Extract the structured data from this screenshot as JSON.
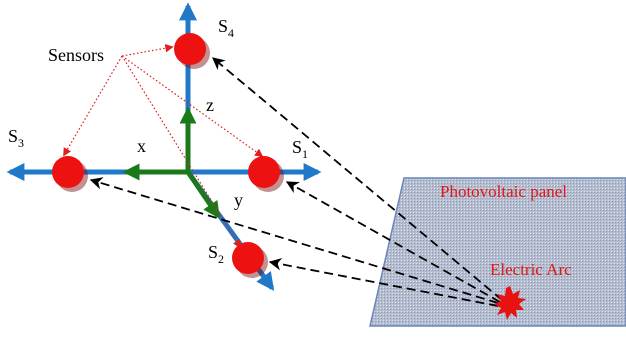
{
  "labels": {
    "sensors": "Sensors",
    "s1": {
      "main": "S",
      "sub": "1"
    },
    "s2": {
      "main": "S",
      "sub": "2"
    },
    "s3": {
      "main": "S",
      "sub": "3"
    },
    "s4": {
      "main": "S",
      "sub": "4"
    },
    "axis_x": "x",
    "axis_y": "y",
    "axis_z": "z",
    "panel": "Photovoltaic panel",
    "arc": "Electric Arc"
  },
  "colors": {
    "axis_blue": "#1f78c8",
    "vector_green": "#1a7a1a",
    "sensor_red": "#ee1111",
    "dotted_red": "#e02020",
    "panel_label_red": "#e01818",
    "panel_fill": "#aab2c8",
    "panel_border": "#6a86b8",
    "dash_black": "#000000"
  }
}
